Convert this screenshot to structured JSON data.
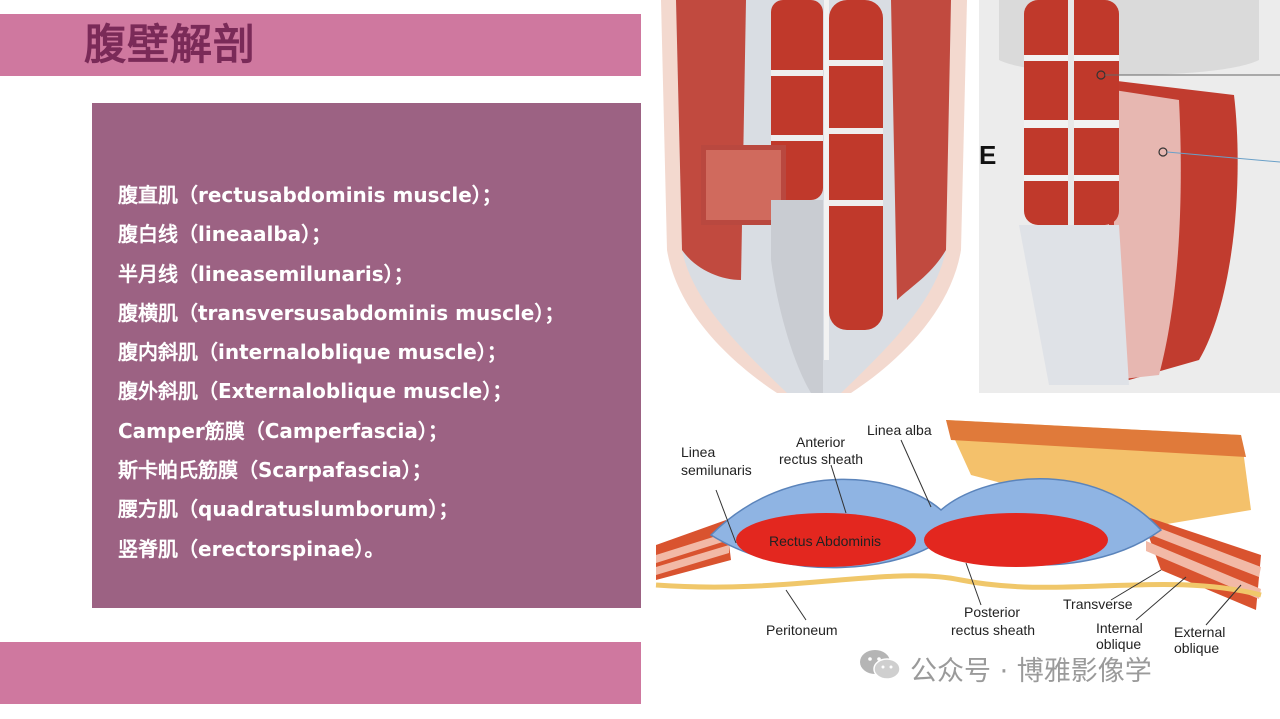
{
  "slide": {
    "title": "腹壁解剖"
  },
  "muscle_list": [
    "腹直肌（rectusabdominis muscle）；",
    "腹白线（lineaalba）；",
    "半月线（lineasemilunaris）；",
    "腹横肌（transversusabdominis muscle）；",
    "腹内斜肌（internaloblique muscle）；",
    "腹外斜肌（Externaloblique muscle）；",
    "Camper筋膜（Camperfascia）；",
    "斯卡帕氏筋膜（Scarpafascia）；",
    "腰方肌（quadratuslumborum）；",
    "竖脊肌（erectorspinae）。"
  ],
  "images": {
    "right_top_label": "E"
  },
  "diagram": {
    "labels": {
      "linea_semilunaris_1": "Linea",
      "linea_semilunaris_2": "semilunaris",
      "anterior_sheath_1": "Anterior",
      "anterior_sheath_2": "rectus sheath",
      "linea_alba": "Linea alba",
      "rectus_abdominis": "Rectus Abdominis",
      "posterior_sheath_1": "Posterior",
      "posterior_sheath_2": "rectus sheath",
      "peritoneum": "Peritoneum",
      "transverse": "Transverse",
      "internal_oblique_1": "Internal",
      "internal_oblique_2": "oblique",
      "external_oblique_1": "External",
      "external_oblique_2": "oblique"
    }
  },
  "watermark": {
    "text": "公众号 · 博雅影像学",
    "icon": "wechat-icon"
  },
  "colors": {
    "band": "#cf789f",
    "title": "#7a2a58",
    "list_box": "#9c6283",
    "muscle": "#c0392b",
    "sheath": "#8fb4e3"
  }
}
